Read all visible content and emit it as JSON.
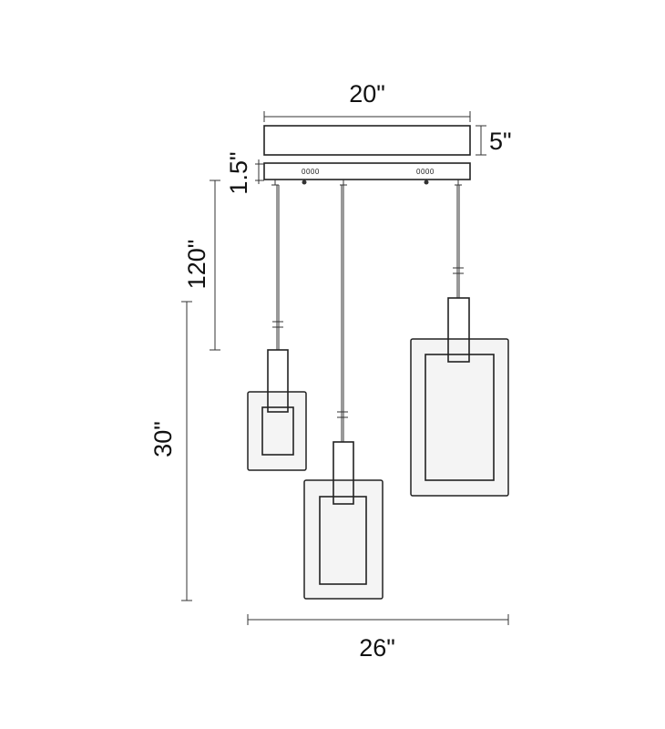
{
  "diagram": {
    "labels": {
      "canopy_width": "20\"",
      "canopy_height": "5\"",
      "plate_height": "1.5\"",
      "cable_length": "120\"",
      "fixture_height": "30\"",
      "overall_width": "26\""
    },
    "mount_marks": [
      "0000",
      "0000"
    ]
  }
}
